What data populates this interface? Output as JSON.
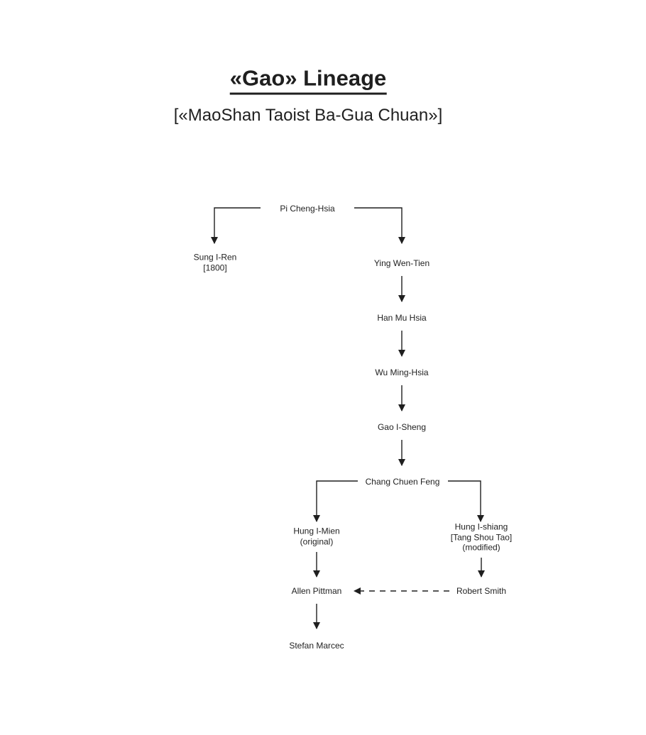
{
  "colors": {
    "ink": "#1f1f1f",
    "background": "#ffffff"
  },
  "title": {
    "text": "«Gao» Lineage",
    "subtitle": "[«MaoShan Taoist Ba-Gua Chuan»]"
  },
  "nodes": [
    {
      "id": "pi-cheng-hsia",
      "lines": [
        "Pi Cheng-Hsia"
      ]
    },
    {
      "id": "sung-i-ren",
      "lines": [
        "Sung I-Ren",
        "[1800]"
      ]
    },
    {
      "id": "ying-wen-tien",
      "lines": [
        "Ying Wen-Tien"
      ]
    },
    {
      "id": "han-mu-hsia",
      "lines": [
        "Han Mu Hsia"
      ]
    },
    {
      "id": "wu-ming-hsia",
      "lines": [
        "Wu Ming-Hsia"
      ]
    },
    {
      "id": "gao-i-sheng",
      "lines": [
        "Gao I-Sheng"
      ]
    },
    {
      "id": "chang-chuen-feng",
      "lines": [
        "Chang Chuen Feng"
      ]
    },
    {
      "id": "hung-i-mien",
      "lines": [
        "Hung I-Mien",
        "(original)"
      ]
    },
    {
      "id": "hung-i-shiang",
      "lines": [
        "Hung I-shiang",
        "[Tang Shou Tao]",
        "(modified)"
      ]
    },
    {
      "id": "allen-pittman",
      "lines": [
        "Allen Pittman"
      ]
    },
    {
      "id": "robert-smith",
      "lines": [
        "Robert Smith"
      ]
    },
    {
      "id": "stefan-marcec",
      "lines": [
        "Stefan Marcec"
      ]
    }
  ],
  "edges": [
    {
      "from": "Pi Cheng-Hsia",
      "to": "Sung I-Ren",
      "style": "solid"
    },
    {
      "from": "Pi Cheng-Hsia",
      "to": "Ying Wen-Tien",
      "style": "solid"
    },
    {
      "from": "Ying Wen-Tien",
      "to": "Han Mu Hsia",
      "style": "solid"
    },
    {
      "from": "Han Mu Hsia",
      "to": "Wu Ming-Hsia",
      "style": "solid"
    },
    {
      "from": "Wu Ming-Hsia",
      "to": "Gao I-Sheng",
      "style": "solid"
    },
    {
      "from": "Gao I-Sheng",
      "to": "Chang Chuen Feng",
      "style": "solid"
    },
    {
      "from": "Chang Chuen Feng",
      "to": "Hung I-Mien",
      "style": "solid"
    },
    {
      "from": "Chang Chuen Feng",
      "to": "Hung I-shiang",
      "style": "solid"
    },
    {
      "from": "Hung I-Mien",
      "to": "Allen Pittman",
      "style": "solid"
    },
    {
      "from": "Hung I-shiang",
      "to": "Robert Smith",
      "style": "solid"
    },
    {
      "from": "Allen Pittman",
      "to": "Stefan Marcec",
      "style": "solid"
    },
    {
      "from": "Robert Smith",
      "to": "Allen Pittman",
      "style": "dashed"
    }
  ]
}
